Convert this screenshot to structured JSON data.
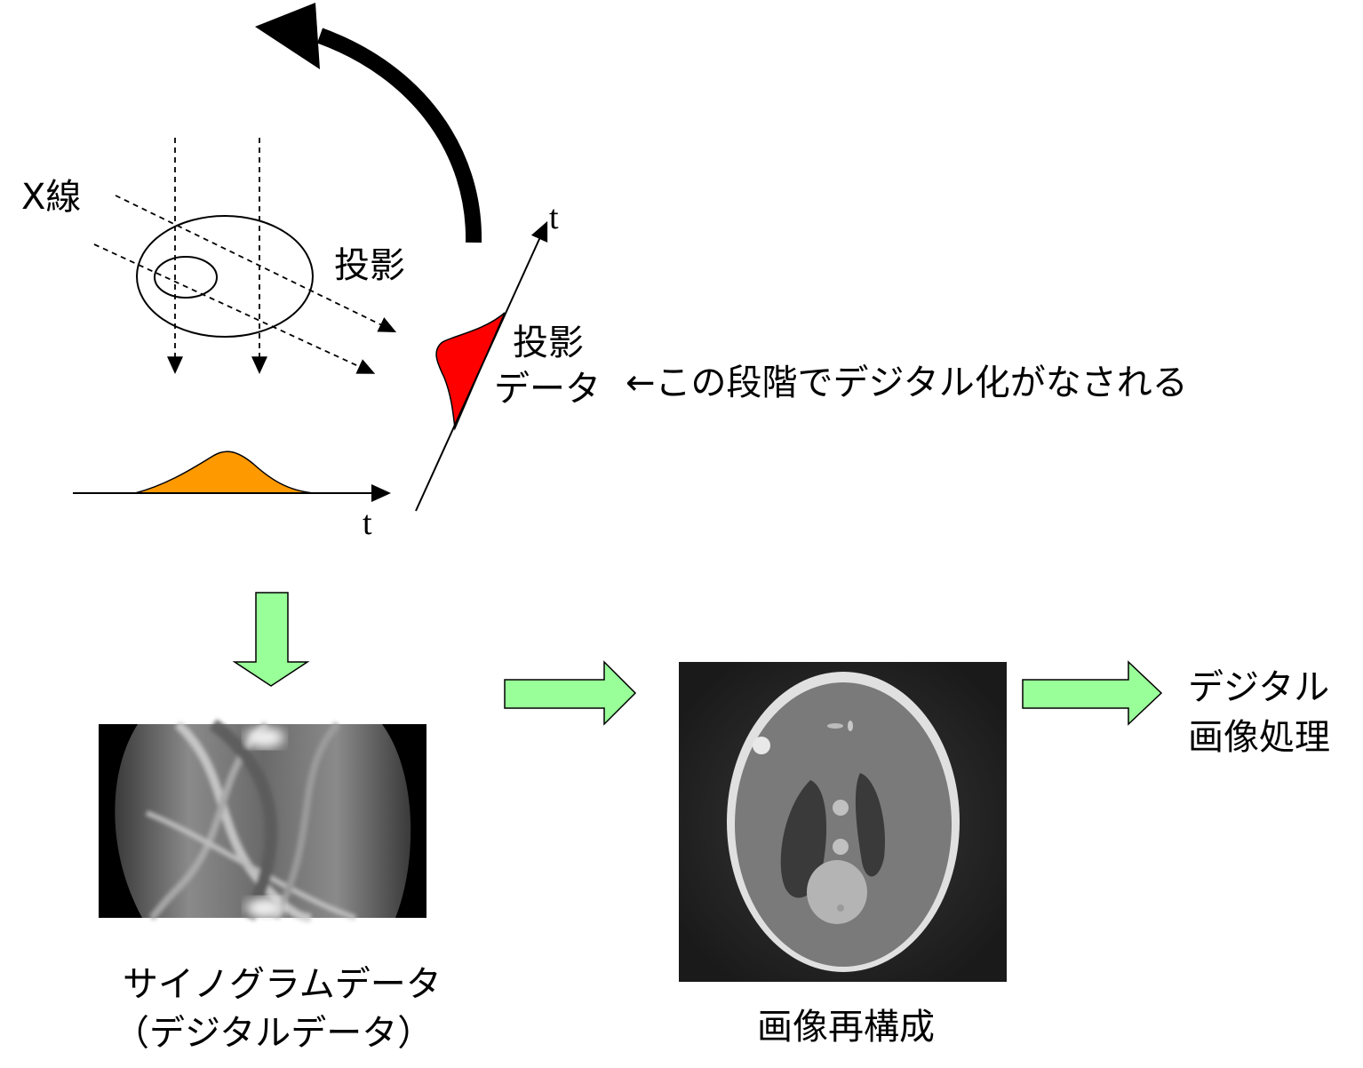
{
  "labels": {
    "xray": "X線",
    "projection": "投影",
    "projection_data_line1": "投影",
    "projection_data_line2": "データ",
    "digitize_note": "←この段階でデジタル化がなされる",
    "t_axis_bottom": "t",
    "t_axis_diag": "t",
    "sinogram_line1": "サイノグラムデータ",
    "sinogram_line2": "（デジタルデータ）",
    "reconstruction": "画像再構成",
    "digital_line1": "デジタル",
    "digital_line2": "画像処理"
  },
  "colors": {
    "orange_profile": "#ff9900",
    "red_profile": "#ff0000",
    "green_arrow": "#99ff99",
    "rotation_arrow": "#000000"
  },
  "icons": {
    "rotation": "curved-arrow-icon",
    "flow_down": "down-arrow-icon",
    "flow_right": "right-arrow-icon"
  }
}
